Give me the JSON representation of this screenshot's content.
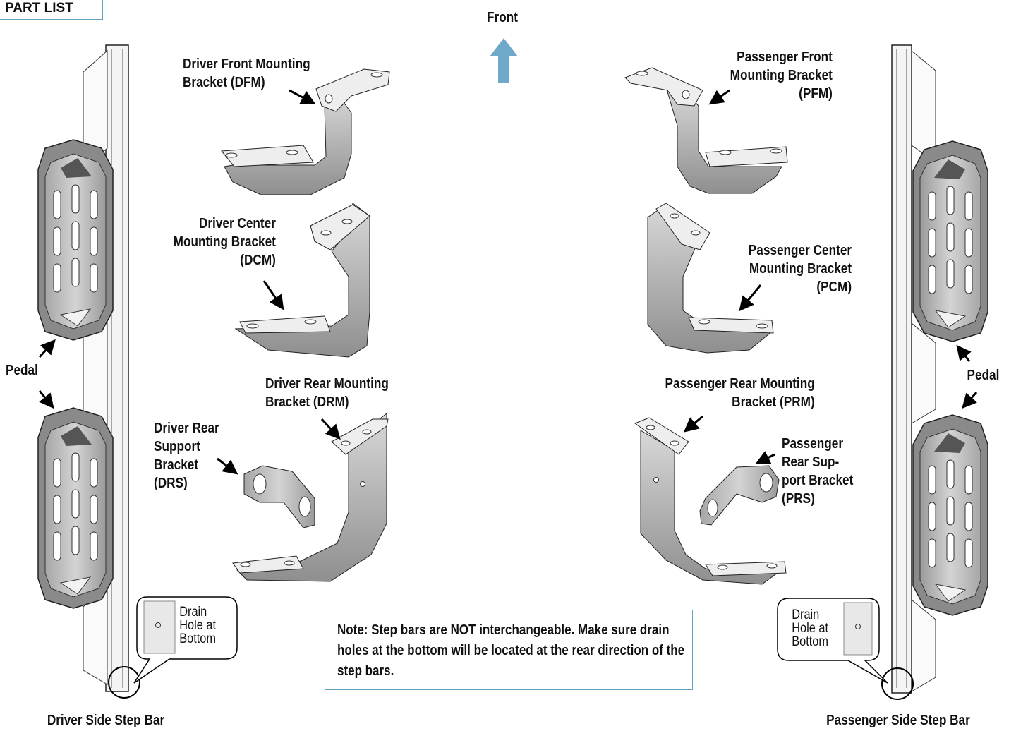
{
  "part_list_tag": "PART LIST",
  "front_label": "Front",
  "labels": {
    "dfm": [
      "Driver Front Mounting",
      "Bracket (DFM)"
    ],
    "pfm": [
      "Passenger Front",
      "Mounting Bracket",
      "(PFM)"
    ],
    "dcm": [
      "Driver Center",
      "Mounting Bracket",
      "(DCM)"
    ],
    "pcm": [
      "Passenger Center",
      "Mounting Bracket",
      "(PCM)"
    ],
    "drm": [
      "Driver Rear Mounting",
      "Bracket (DRM)"
    ],
    "prm": [
      "Passenger Rear  Mounting",
      "Bracket (PRM)"
    ],
    "drs": [
      "Driver Rear",
      "Support",
      "Bracket",
      "(DRS)"
    ],
    "prs": [
      "Passenger",
      "Rear Sup-",
      "port Bracket",
      "(PRS)"
    ],
    "pedal_left": "Pedal",
    "pedal_right": "Pedal"
  },
  "drain_callout": [
    "Drain",
    "Hole at",
    "Bottom"
  ],
  "note": "Note: Step bars are NOT interchangeable. Make sure drain holes at the bottom will be located at the rear direction of the step bars.",
  "captions": {
    "driver_bar": "Driver Side Step Bar",
    "passenger_bar": "Passenger Side Step Bar"
  },
  "colors": {
    "accent_border": "#5fa3bf",
    "front_arrow": "#6fa8c8",
    "part_fill": "#b7b7b7",
    "outline": "#222222"
  }
}
